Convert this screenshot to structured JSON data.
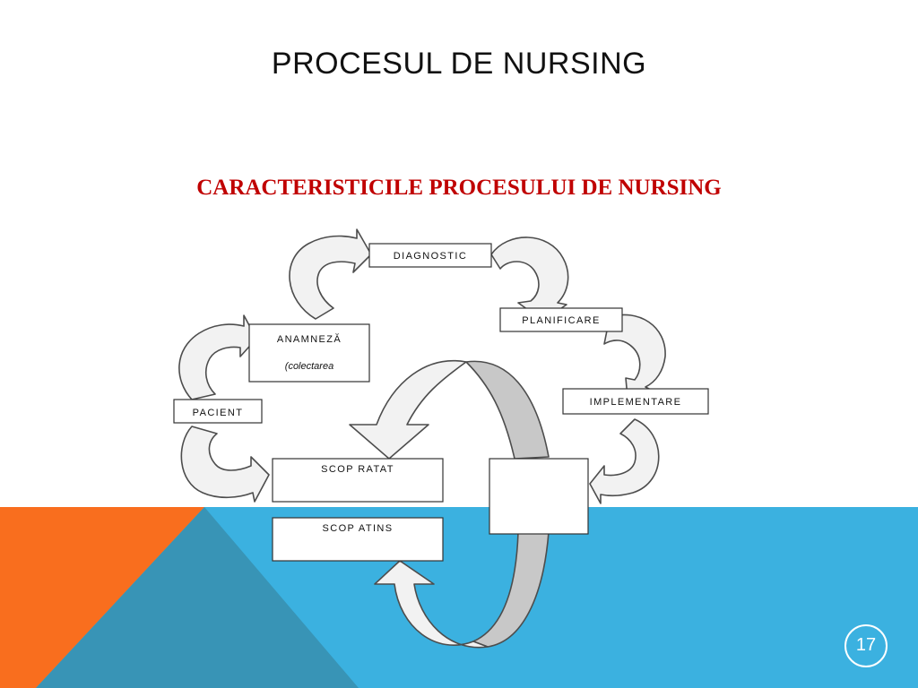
{
  "slide": {
    "title": "PROCESUL DE NURSING",
    "subtitle": "CARACTERISTICILE PROCESULUI DE NURSING",
    "page_number": "17"
  },
  "colors": {
    "blue": "#3bb1e0",
    "orange": "#f96e1e",
    "teal": "#3894b6",
    "subtitle": "#c00000",
    "arrow_fill": "#f2f2f2",
    "band_fill": "#c8c8c8"
  },
  "diagram": {
    "boxes": {
      "diagnostic": "DIAGNOSTIC",
      "planificare": "PLANIFICARE",
      "anamneza": "ANAMNEZĂ",
      "anamneza_sub": "(colectarea",
      "implementare": "IMPLEMENTARE",
      "pacient": "PACIENT",
      "scop_ratat": "SCOP RATAT",
      "scop_atins": "SCOP ATINS",
      "center": ""
    }
  }
}
